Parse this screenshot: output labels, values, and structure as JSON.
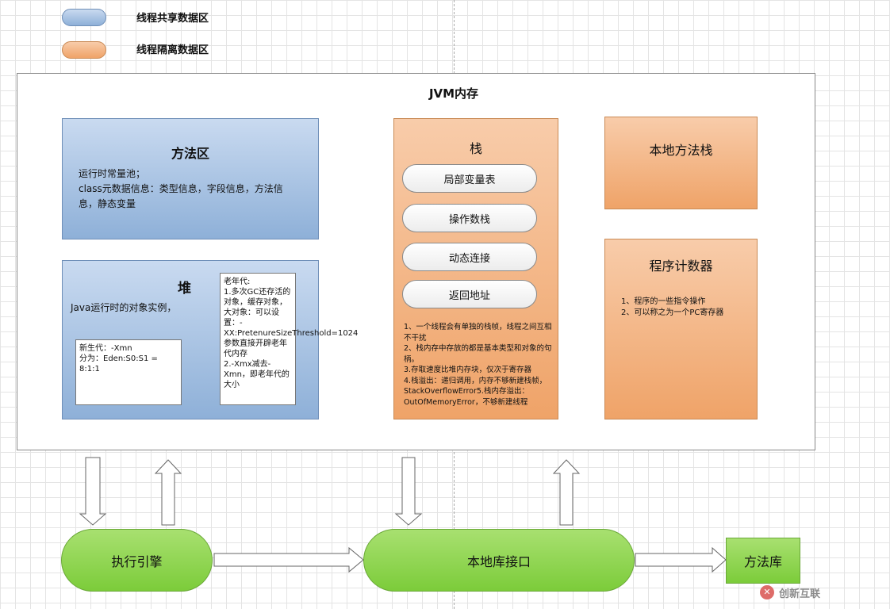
{
  "legend": [
    {
      "label": "线程共享数据区",
      "color": "#a8c3e6"
    },
    {
      "label": "线程隔离数据区",
      "color": "#f4b183"
    }
  ],
  "jvm": {
    "title": "JVM内存"
  },
  "method_area": {
    "title": "方法区",
    "text": "运行时常量池；\nclass元数据信息：类型信息，字段信息，方法信\n息，静态变量"
  },
  "heap": {
    "title": "堆",
    "text": "Java运行时的对象实例，",
    "young": "新生代：-Xmn\n分为：Eden:S0:S1 = 8:1:1",
    "old": "老年代:\n1.多次GC还存活的对象，缓存对象，大对象：可以设置：-XX:PretenureSizeThreshold=1024参数直接开辟老年代内存\n2.-Xmx减去-Xmn，即老年代的大小"
  },
  "stack": {
    "title": "栈",
    "items": [
      "局部变量表",
      "操作数栈",
      "动态连接",
      "返回地址"
    ],
    "notes": "1、一个线程会有单独的栈帧，线程之间互相不干扰\n2、栈内存中存放的都是基本类型和对象的句柄。\n3.存取速度比堆内存块，仅次于寄存器\n4.栈溢出：递归调用，内存不够新建栈帧，StackOverflowError5.栈内存溢出：OutOfMemoryError，不够新建线程"
  },
  "native_stack": {
    "title": "本地方法栈"
  },
  "pc": {
    "title": "程序计数器",
    "text": "1、程序的一些指令操作\n2、可以称之为一个PC寄存器"
  },
  "bottom": {
    "engine": "执行引擎",
    "native_interface": "本地库接口",
    "method_lib": "方法库"
  },
  "watermark": "创新互联"
}
